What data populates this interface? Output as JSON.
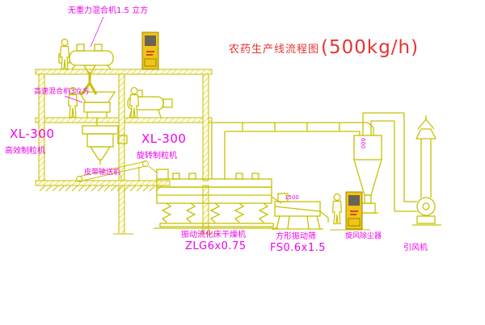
{
  "title": {
    "name": "农药生产线流程图",
    "capacity": "(500kg/h)"
  },
  "labels": {
    "gravity_mixer": "无重力混合机1.5 立方",
    "high_speed_mixer": "高速混合机3立方",
    "granulator_left_model": "XL-300",
    "granulator_left_name": "高效制粒机",
    "granulator_center_model": "XL-300",
    "granulator_center_name": "旋转制粒机",
    "belt_conveyor": "皮带输送机",
    "dryer_name": "振动流化床干燥机",
    "dryer_model": "ZLG6x0.75",
    "sieve_name": "方形振动筛",
    "sieve_model": "FS0.6x1.5",
    "cyclone": "旋风除尘器",
    "fan": "引风机"
  },
  "dimensions": {
    "sieve_width": "1500",
    "cyclone_dia": "600"
  },
  "colors": {
    "line": "#c6c100",
    "label": "#ee00ee",
    "title": "#e83333",
    "cabinet_fill": "#f0c419",
    "background": "#ffffff"
  }
}
